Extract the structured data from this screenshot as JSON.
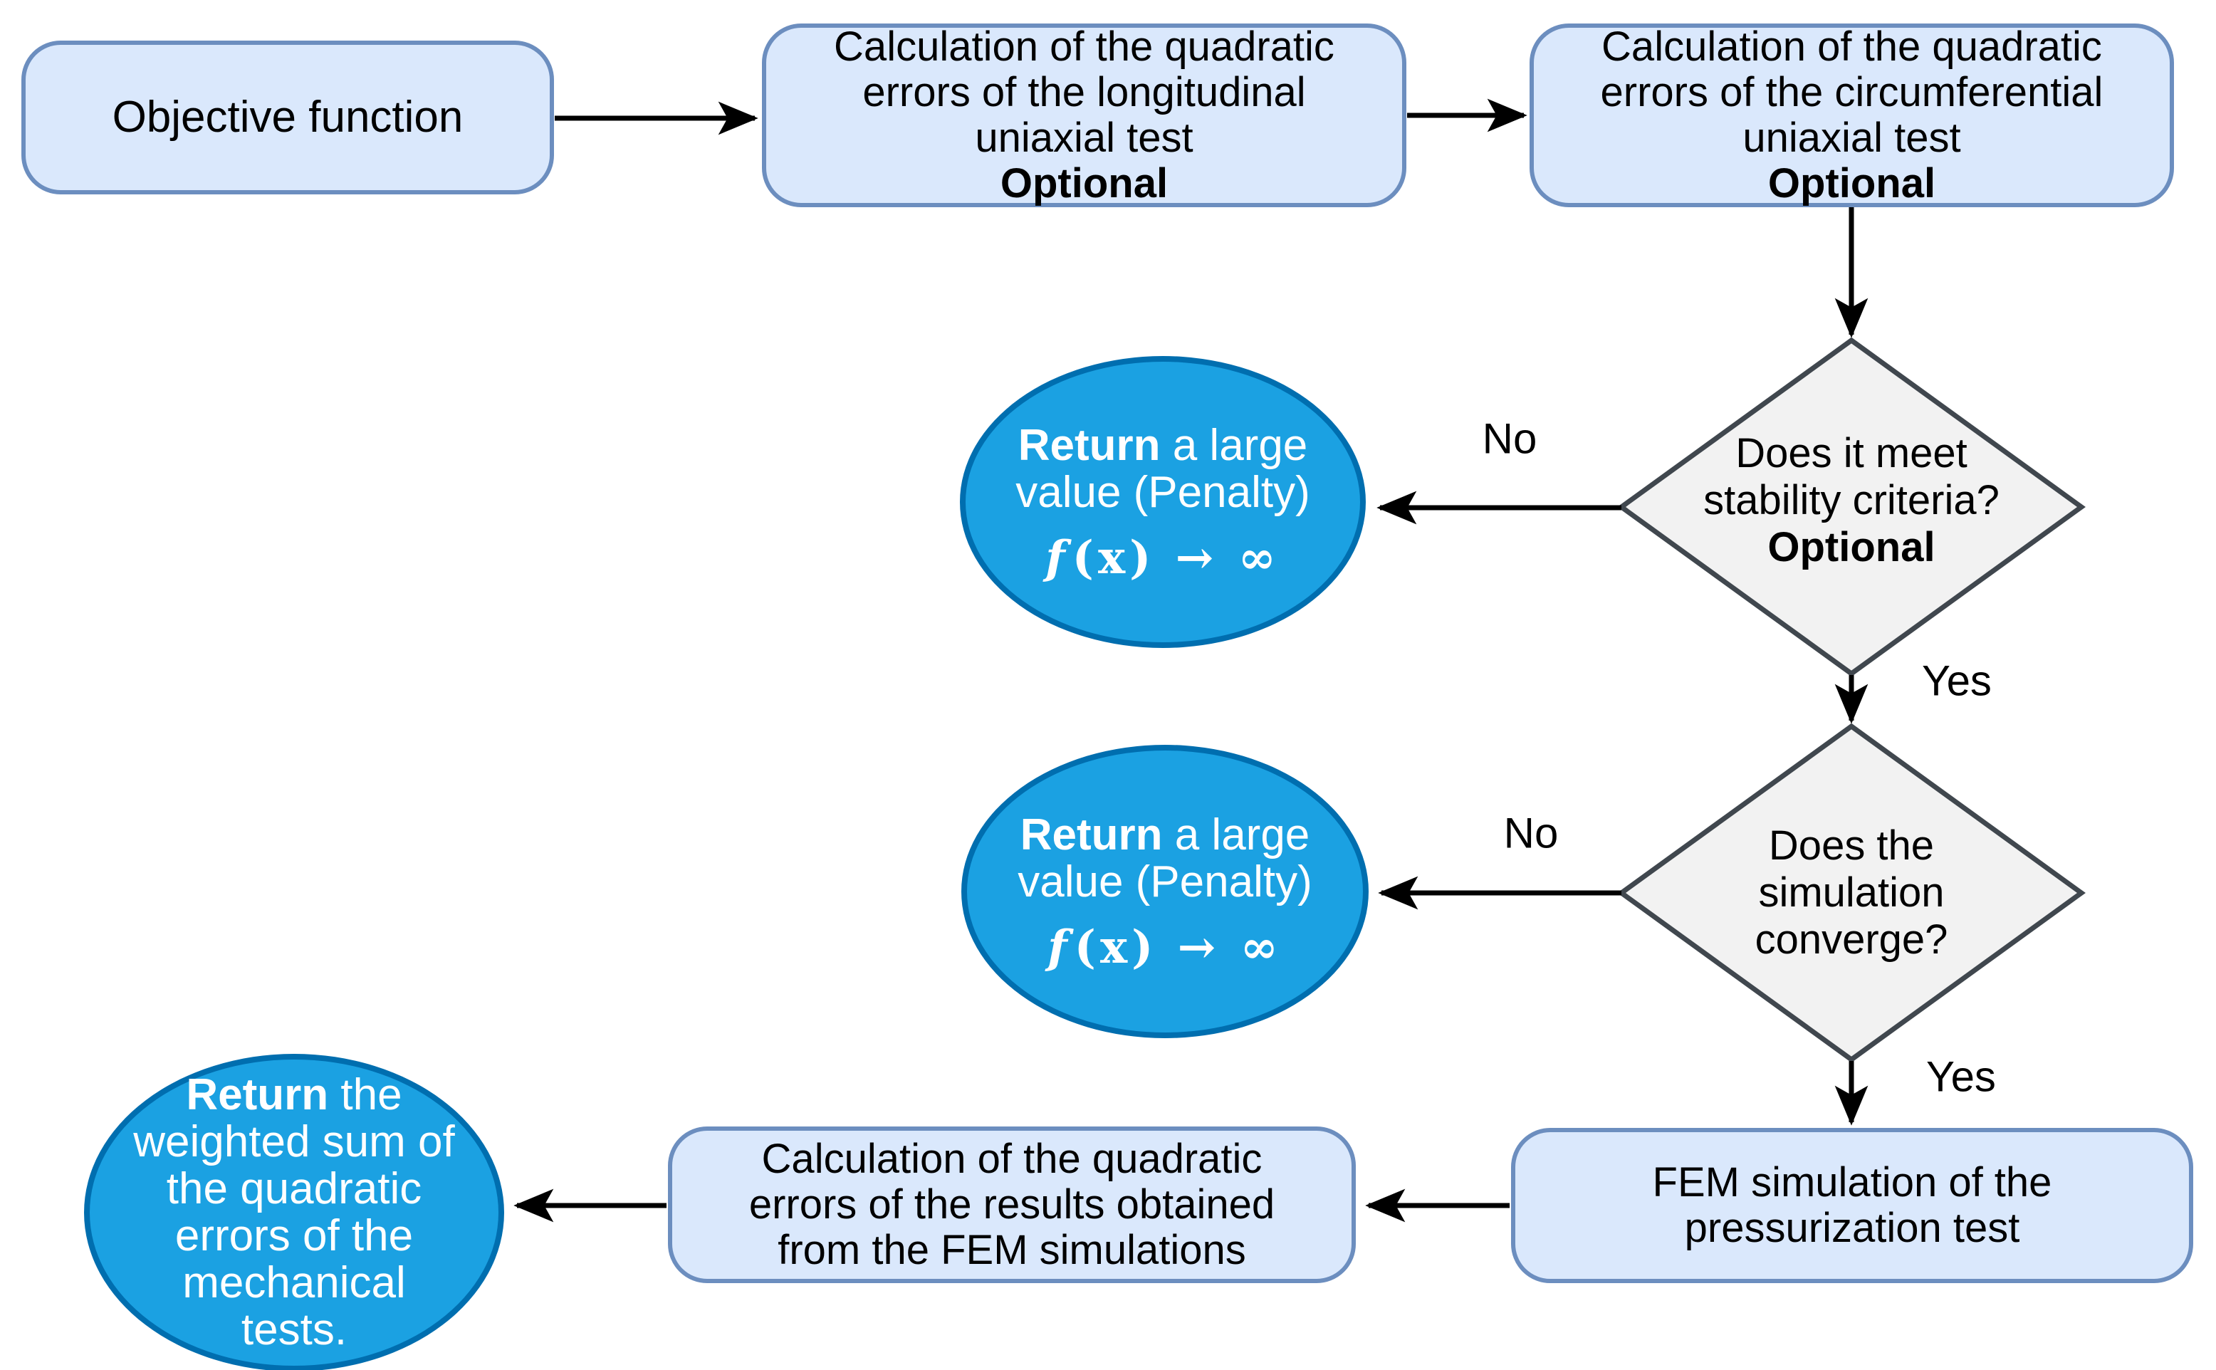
{
  "colors": {
    "box_fill": "#dae8fc",
    "box_border": "#6c8ebf",
    "diamond_fill": "#f2f2f2",
    "diamond_border": "#40474e",
    "ellipse_fill": "#1ba1e2",
    "ellipse_border": "#006eaf",
    "arrow": "#000000"
  },
  "nodes": {
    "objective": {
      "label": "Objective function"
    },
    "longitudinal": {
      "lines": [
        "Calculation of the quadratic",
        "errors of the longitudinal",
        "uniaxial test"
      ],
      "badge": "Optional"
    },
    "circumferential": {
      "lines": [
        "Calculation of the quadratic",
        "errors of the circumferential",
        "uniaxial test"
      ],
      "badge": "Optional"
    },
    "stability": {
      "lines": [
        "Does it meet",
        "stability criteria?"
      ],
      "badge": "Optional"
    },
    "penalty_stability": {
      "bold": "Return",
      "line1_rest": " a large",
      "line2": "value (Penalty)",
      "math_f": "f",
      "math_rest": "(x) → ∞"
    },
    "converge": {
      "lines": [
        "Does the",
        "simulation",
        "converge?"
      ]
    },
    "penalty_converge": {
      "bold": "Return",
      "line1_rest": " a large",
      "line2": "value (Penalty)",
      "math_f": "f",
      "math_rest": "(x) → ∞"
    },
    "fem": {
      "lines": [
        "FEM simulation of the",
        "pressurization test"
      ]
    },
    "calc_fem": {
      "lines": [
        "Calculation of the quadratic",
        "errors of the results obtained",
        "from the FEM simulations"
      ]
    },
    "return_sum": {
      "bold": "Return",
      "line1_rest": " the",
      "lines": [
        "weighted sum of",
        "the quadratic",
        "errors of the",
        "mechanical",
        "tests."
      ]
    }
  },
  "labels": {
    "no": "No",
    "yes": "Yes"
  }
}
